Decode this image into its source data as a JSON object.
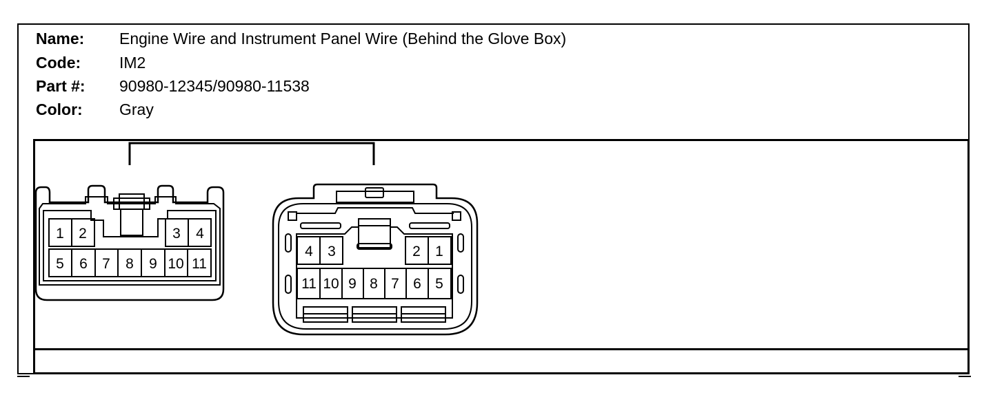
{
  "info": {
    "name_label": "Name:",
    "name_value": "Engine Wire and Instrument Panel Wire (Behind the Glove Box)",
    "code_label": "Code:",
    "code_value": "IM2",
    "part_label": "Part #:",
    "part_value": "90980-12345/90980-11538",
    "color_label": "Color:",
    "color_value": "Gray"
  },
  "connectors": {
    "male": {
      "top_row": [
        "1",
        "2",
        "3",
        "4"
      ],
      "bottom_row": [
        "5",
        "6",
        "7",
        "8",
        "9",
        "10",
        "11"
      ]
    },
    "female": {
      "top_row": [
        "4",
        "3",
        "2",
        "1"
      ],
      "bottom_row": [
        "11",
        "10",
        "9",
        "8",
        "7",
        "6",
        "5"
      ]
    }
  }
}
